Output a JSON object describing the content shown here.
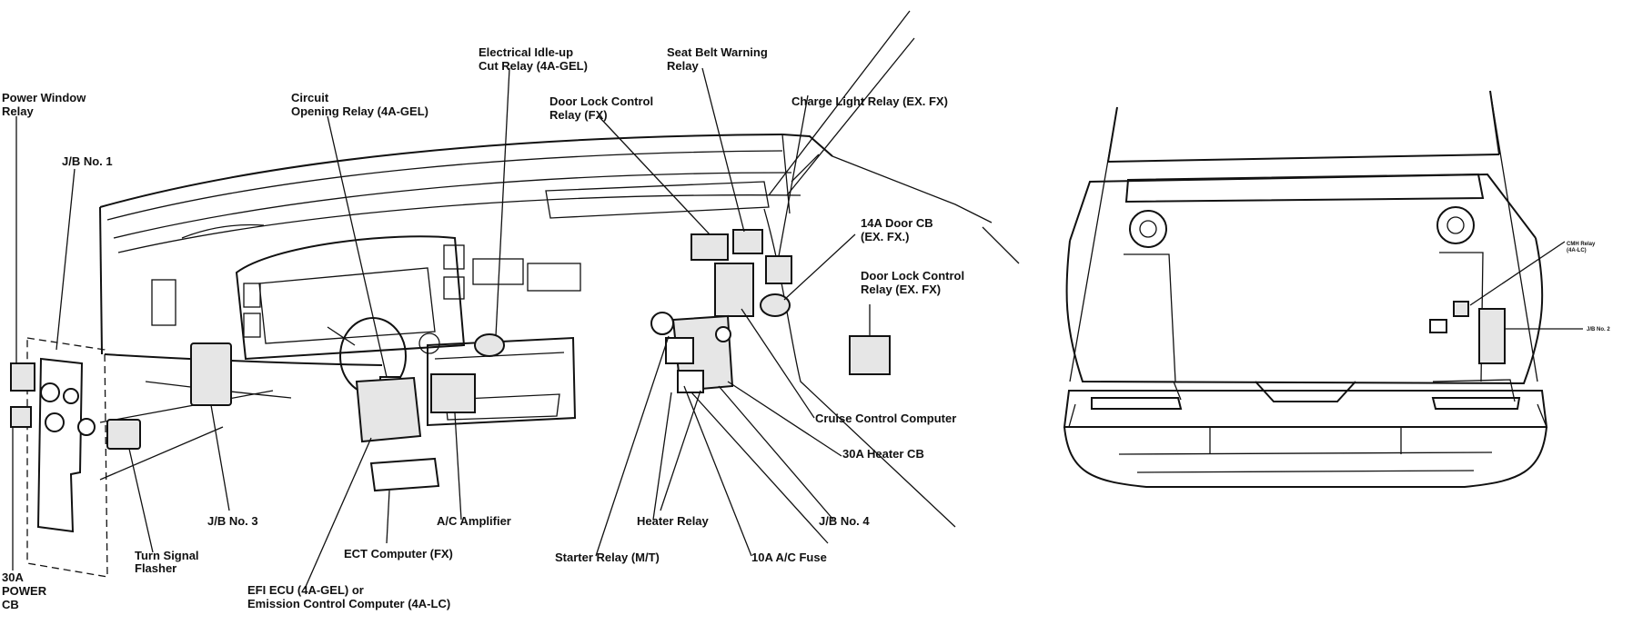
{
  "labels": {
    "power_window_relay": [
      "Power Window",
      "Relay"
    ],
    "jb_no1": "J/B No. 1",
    "circuit_opening_relay": [
      "Circuit",
      "Opening Relay (4A-GEL)"
    ],
    "electrical_idle_up": [
      "Electrical Idle-up",
      "Cut Relay (4A-GEL)"
    ],
    "door_lock_control_relay_fx": [
      "Door Lock Control",
      "Relay (FX)"
    ],
    "seat_belt_warning_relay": [
      "Seat Belt Warning",
      "Relay"
    ],
    "charge_light_relay": "Charge Light Relay (EX. FX)",
    "door_cb_14a": [
      "14A Door CB",
      "(EX. FX.)"
    ],
    "door_lock_control_relay_exfx": [
      "Door Lock Control",
      "Relay (EX. FX)"
    ],
    "cruise_control_computer": "Cruise Control Computer",
    "heater_cb_30a": "30A Heater CB",
    "jb_no4": "J/B No. 4",
    "heater_relay": "Heater Relay",
    "a_c_fuse_10a": "10A A/C Fuse",
    "starter_relay": "Starter Relay (M/T)",
    "a_c_amplifier": "A/C Amplifier",
    "ect_computer": "ECT Computer (FX)",
    "jb_no3": "J/B No. 3",
    "turn_signal_flasher": [
      "Turn Signal",
      "Flasher"
    ],
    "efi_ecu": [
      "EFI ECU (4A-GEL) or",
      "Emission Control Computer (4A-LC)"
    ],
    "power_cb_30a": [
      "30A",
      "POWER",
      "CB"
    ],
    "cmh_relay": [
      "CMH Relay",
      "(4A-LC)"
    ],
    "jb_no2": "J/B No. 2"
  }
}
